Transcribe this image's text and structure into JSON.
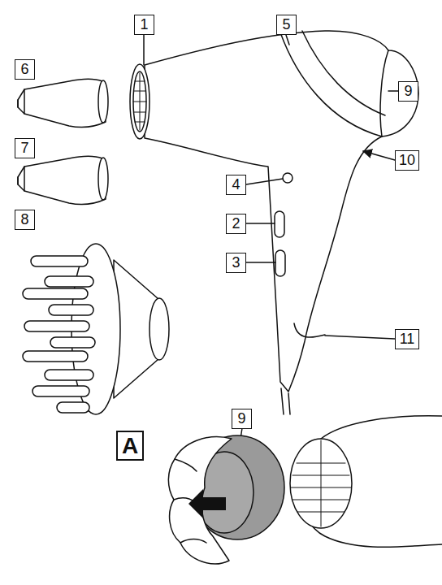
{
  "diagram": {
    "nodes": [
      {
        "text": [
          "1"
        ]
      },
      {
        "text": [
          "5"
        ]
      },
      {
        "text": [
          "6"
        ]
      },
      {
        "text": [
          "9"
        ]
      },
      {
        "text": [
          "7"
        ]
      },
      {
        "text": [
          "10"
        ]
      },
      {
        "text": [
          "4"
        ]
      },
      {
        "text": [
          "8"
        ]
      },
      {
        "text": [
          "2"
        ]
      },
      {
        "text": [
          "3"
        ]
      },
      {
        "text": [
          "11"
        ]
      },
      {
        "text": [
          "9"
        ]
      },
      {
        "text": [
          "A"
        ]
      }
    ]
  }
}
